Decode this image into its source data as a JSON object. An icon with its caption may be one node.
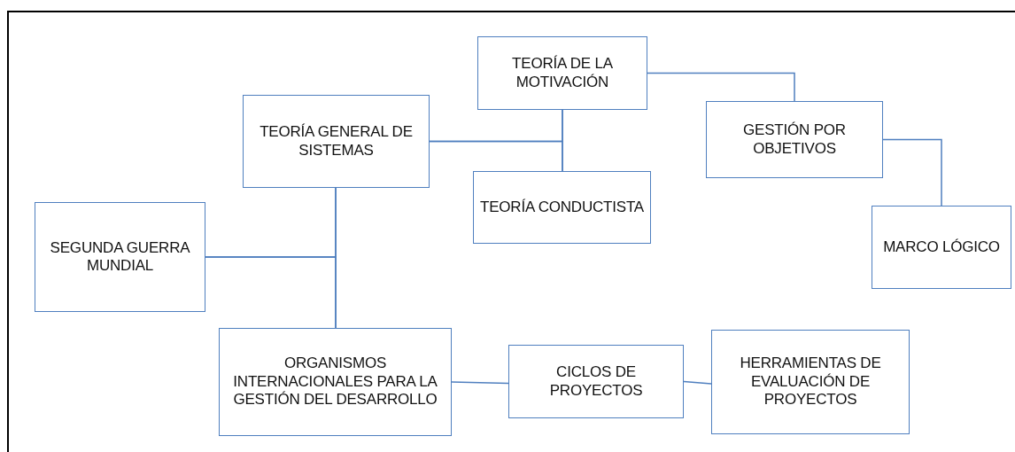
{
  "diagram": {
    "nodes": [
      {
        "text": [
          "TEORÍA DE LA MOTIVACIÓN"
        ]
      },
      {
        "text": [
          "TEORÍA GENERAL DE SISTEMAS"
        ]
      },
      {
        "text": [
          "GESTIÓN POR OBJETIVOS"
        ]
      },
      {
        "text": [
          "TEORÍA CONDUCTISTA"
        ]
      },
      {
        "text": [
          "SEGUNDA GUERRA MUNDIAL"
        ]
      },
      {
        "text": [
          "MARCO LÓGICO"
        ]
      },
      {
        "text": [
          "ORGANISMOS INTERNACIONALES PARA LA GESTIÓN DEL DESARROLLO"
        ]
      },
      {
        "text": [
          "CICLOS DE PROYECTOS"
        ]
      },
      {
        "text": [
          "HERRAMIENTAS DE EVALUACIÓN DE PROYECTOS"
        ]
      }
    ],
    "edges": [
      {
        "from": 0,
        "to": 3,
        "arrow": "none"
      },
      {
        "from": 1,
        "to": 0,
        "arrow": "none"
      },
      {
        "from": 1,
        "to": 3,
        "arrow": "none"
      },
      {
        "from": 0,
        "to": 2,
        "arrow": "none"
      },
      {
        "from": 2,
        "to": 5,
        "arrow": "none"
      },
      {
        "from": 1,
        "to": 6,
        "arrow": "none"
      },
      {
        "from": 4,
        "to": 1,
        "arrow": "none"
      },
      {
        "from": 4,
        "to": 6,
        "arrow": "none"
      },
      {
        "from": 6,
        "to": 7,
        "arrow": "none"
      },
      {
        "from": 7,
        "to": 8,
        "arrow": "none"
      }
    ]
  }
}
